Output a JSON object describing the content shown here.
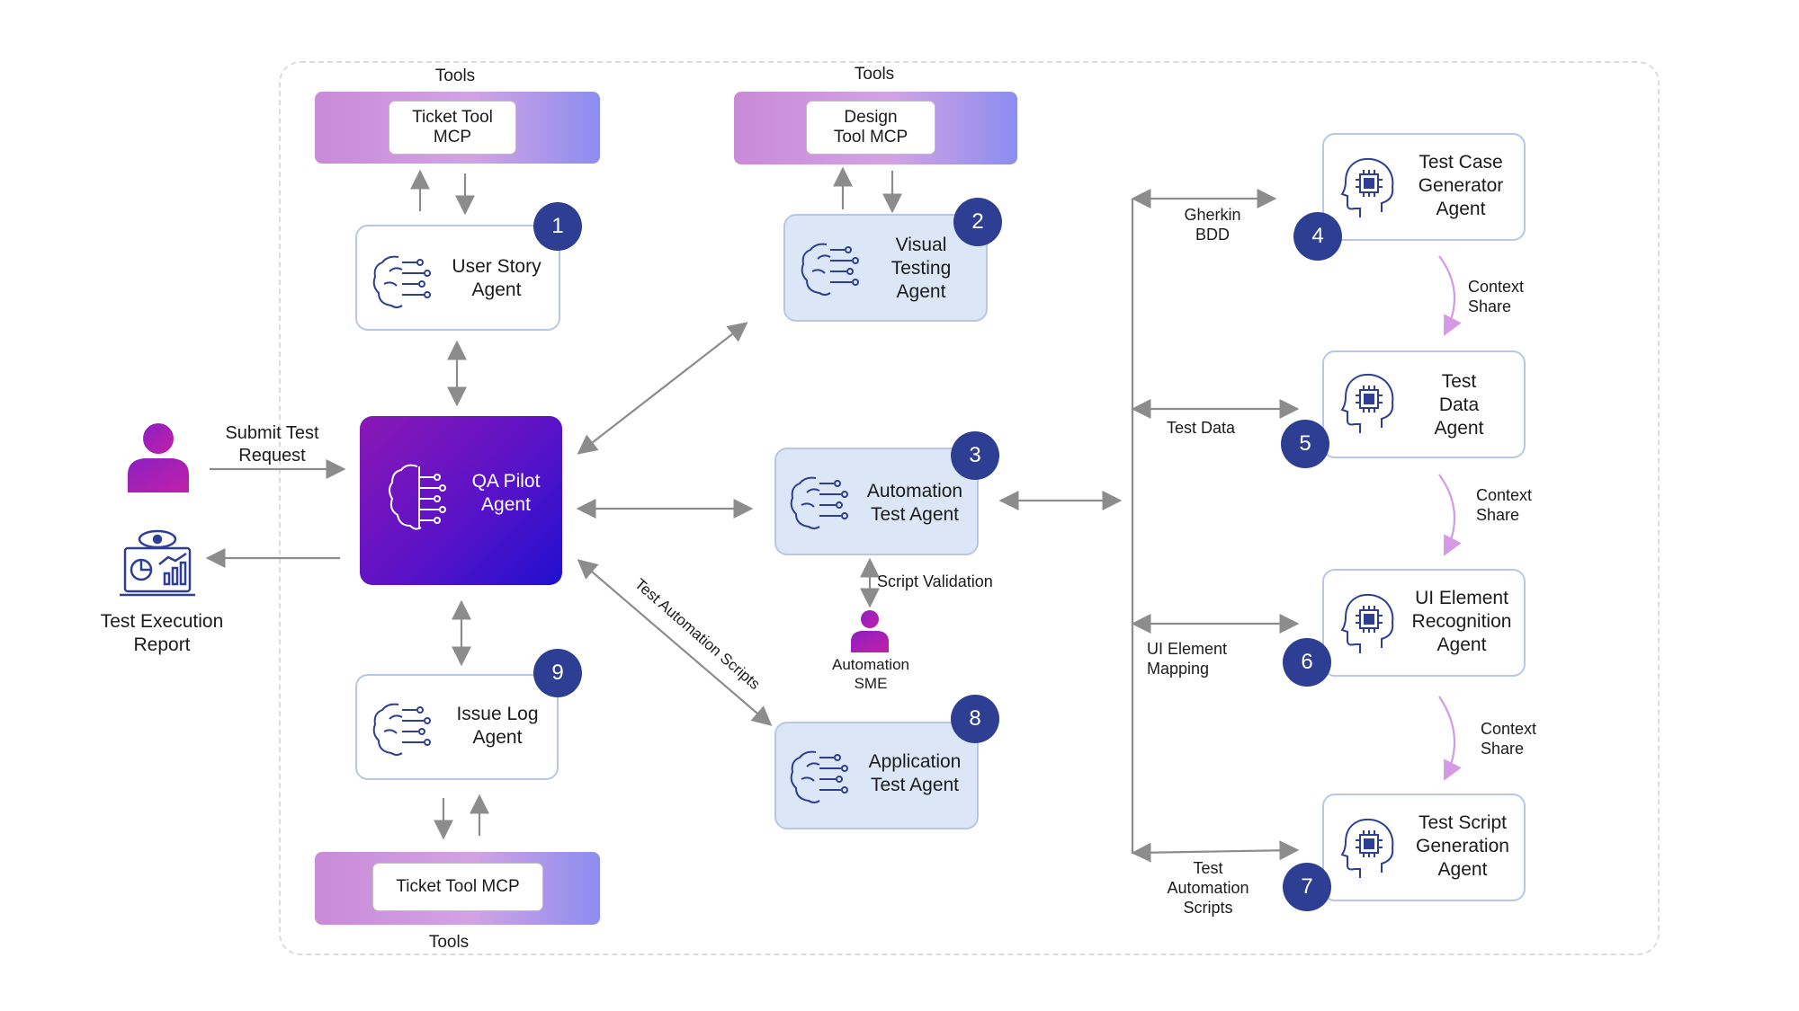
{
  "tools_top_left": {
    "label": "Tools",
    "name": "Ticket Tool\nMCP"
  },
  "tools_top_mid": {
    "label": "Tools",
    "name": "Design\nTool MCP"
  },
  "tools_bottom": {
    "label": "Tools",
    "name": "Ticket Tool MCP"
  },
  "user": {
    "submit": "Submit Test\nRequest",
    "report": "Test Execution\nReport"
  },
  "pilot": {
    "label": "QA Pilot\nAgent"
  },
  "agents": [
    {
      "num": "1",
      "label": "User Story\nAgent"
    },
    {
      "num": "2",
      "label": "Visual\nTesting\nAgent"
    },
    {
      "num": "3",
      "label": "Automation\nTest Agent"
    },
    {
      "num": "4",
      "label": "Test Case\nGenerator\nAgent"
    },
    {
      "num": "5",
      "label": "Test\nData\nAgent"
    },
    {
      "num": "6",
      "label": "UI Element\nRecognition\nAgent"
    },
    {
      "num": "7",
      "label": "Test Script\nGeneration\nAgent"
    },
    {
      "num": "8",
      "label": "Application\nTest Agent"
    },
    {
      "num": "9",
      "label": "Issue Log\nAgent"
    }
  ],
  "edge_labels": {
    "gherkin": "Gherkin\nBDD",
    "test_data": "Test Data",
    "ui_mapping": "UI Element\nMapping",
    "test_scripts": "Test\nAutomation\nScripts",
    "context1": "Context\nShare",
    "context2": "Context\nShare",
    "context3": "Context\nShare",
    "script_validation": "Script Validation",
    "sme": "Automation\nSME",
    "automation_scripts": "Test Automation Scripts"
  },
  "colors": {
    "badge": "#2e3f93",
    "border": "#b8c7e6",
    "agent_fill": "#dbe7f6",
    "arrow": "#8c8c8c",
    "context_arrow": "#d49ae6"
  }
}
